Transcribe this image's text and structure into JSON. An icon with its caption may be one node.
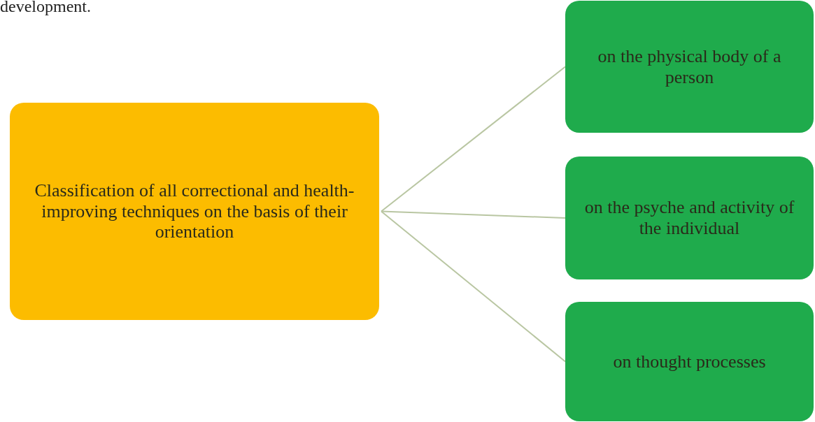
{
  "diagram": {
    "nodes": [
      {
        "text": [
          "Classification of all correctional and health-improving techniques on the basis of their orientation"
        ]
      },
      {
        "text": [
          "on the physical body of a person"
        ]
      },
      {
        "text": [
          "on the psyche and activity of the individual"
        ]
      },
      {
        "text": [
          "on thought processes"
        ]
      }
    ],
    "edges": [
      {
        "from": 0,
        "to": 1,
        "arrow": "none"
      },
      {
        "from": 0,
        "to": 2,
        "arrow": "none"
      },
      {
        "from": 0,
        "to": 3,
        "arrow": "none"
      }
    ],
    "labels": [
      "development."
    ]
  }
}
